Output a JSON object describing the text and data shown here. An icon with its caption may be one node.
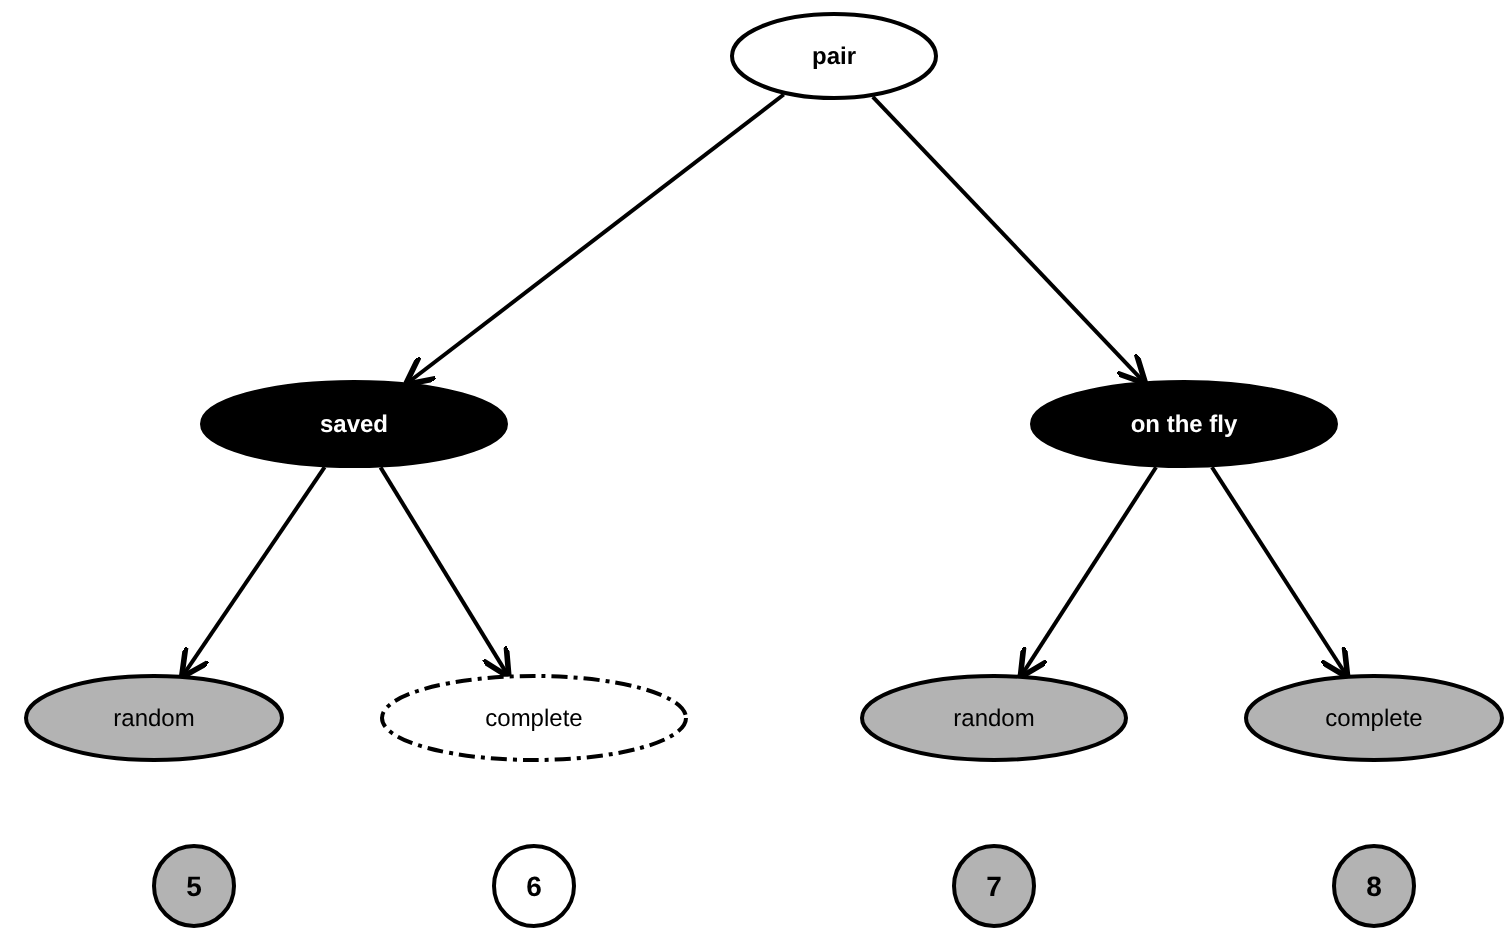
{
  "diagram": {
    "nodes": [
      {
        "text": [
          "pair"
        ]
      },
      {
        "text": [
          "saved"
        ]
      },
      {
        "text": [
          "on the fly"
        ]
      },
      {
        "text": [
          "random"
        ]
      },
      {
        "text": [
          "complete"
        ]
      },
      {
        "text": [
          "random"
        ]
      },
      {
        "text": [
          "complete"
        ]
      },
      {
        "text": [
          "5"
        ]
      },
      {
        "text": [
          "6"
        ]
      },
      {
        "text": [
          "7"
        ]
      },
      {
        "text": [
          "8"
        ]
      }
    ],
    "edges": [
      {
        "from": 0,
        "to": 1,
        "arrow": "to"
      },
      {
        "from": 0,
        "to": 2,
        "arrow": "to"
      },
      {
        "from": 1,
        "to": 3,
        "arrow": "to"
      },
      {
        "from": 1,
        "to": 4,
        "arrow": "to"
      },
      {
        "from": 2,
        "to": 5,
        "arrow": "to"
      },
      {
        "from": 2,
        "to": 6,
        "arrow": "to"
      }
    ]
  }
}
